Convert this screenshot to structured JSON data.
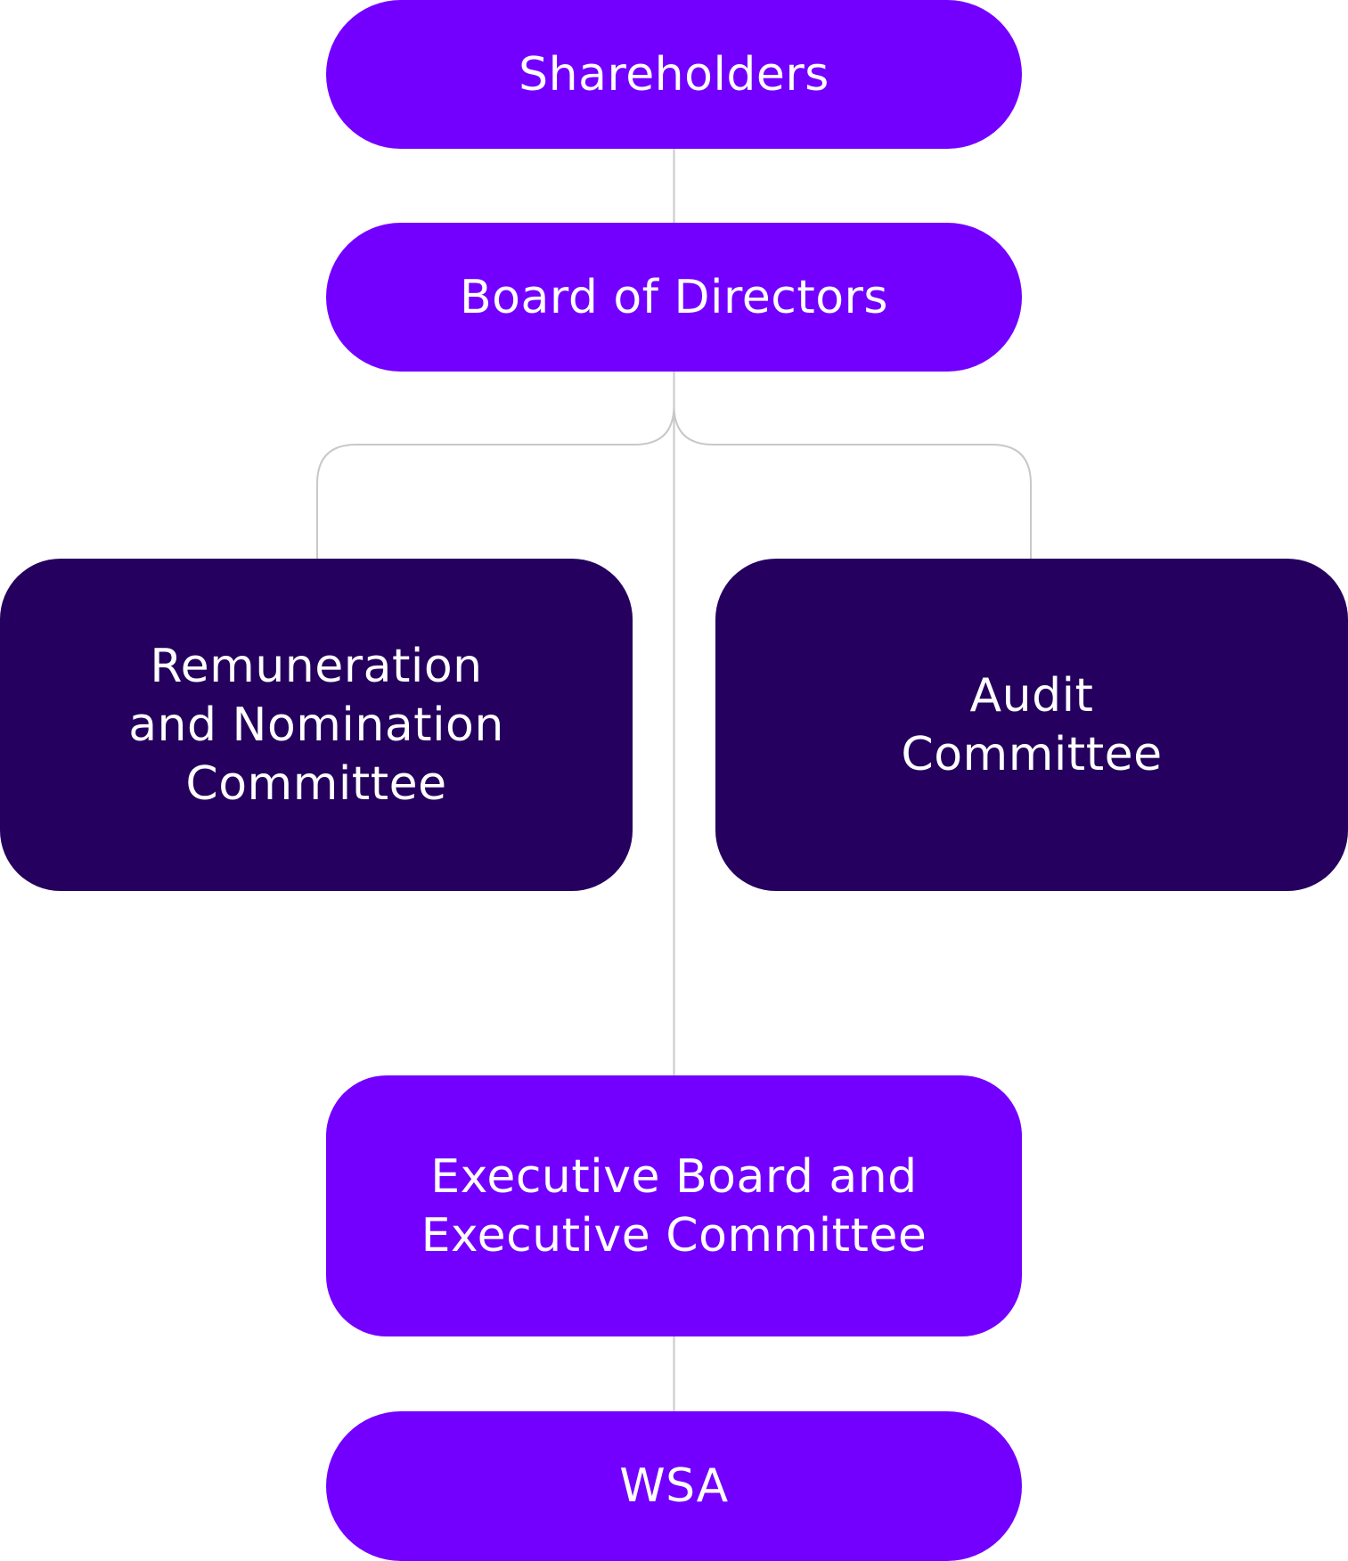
{
  "nodes": {
    "shareholders": {
      "label": "Shareholders"
    },
    "board": {
      "label": "Board of Directors"
    },
    "remuneration": {
      "label": "Remuneration\nand Nomination\nCommittee"
    },
    "audit": {
      "label": "Audit\nCommittee"
    },
    "executive": {
      "label": "Executive Board and\nExecutive Committee"
    },
    "wsa": {
      "label": "WSA"
    }
  },
  "edges": [
    {
      "from": "shareholders",
      "to": "board"
    },
    {
      "from": "board",
      "to": "remuneration"
    },
    {
      "from": "board",
      "to": "audit"
    },
    {
      "from": "board",
      "to": "executive"
    },
    {
      "from": "executive",
      "to": "wsa"
    }
  ],
  "colors": {
    "primary_node": "#7300ff",
    "committee_node": "#25005e",
    "connector": "#c8c8c8",
    "text": "#ffffff"
  }
}
